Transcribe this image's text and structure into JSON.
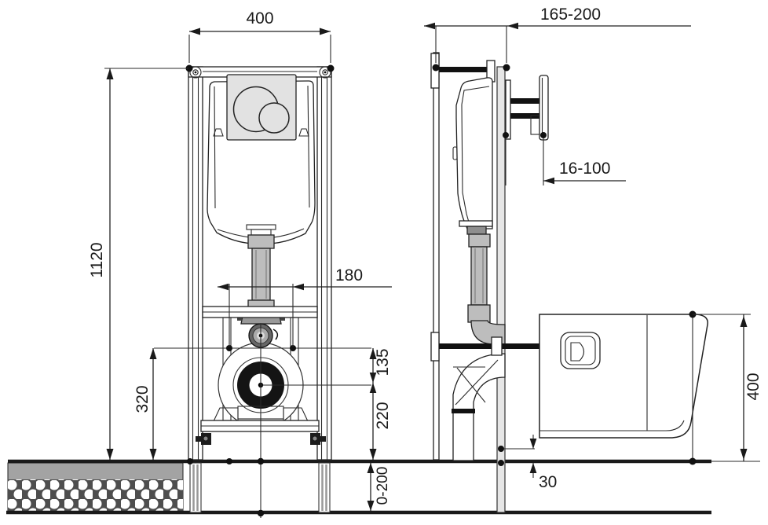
{
  "drawing": {
    "dimensions": {
      "frame_width": "400",
      "frame_height": "1120",
      "fixing_bolt_spacing": "180",
      "water_supply_height": "320",
      "supply_to_outlet_offset": "135",
      "waste_outlet_height": "220",
      "floor_buildup_range": "0-200",
      "installation_depth_range": "165-200",
      "actuator_depth_range": "16-100",
      "bowl_floor_clearance": "30",
      "bowl_height": "400"
    }
  }
}
